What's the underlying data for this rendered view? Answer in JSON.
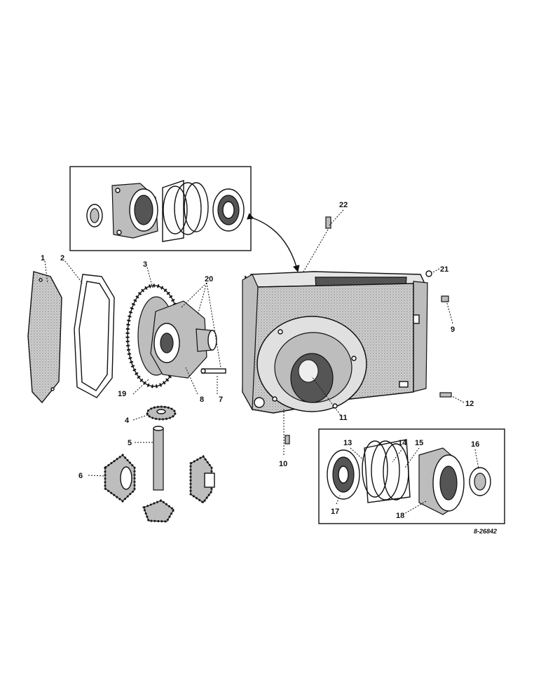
{
  "labels": {
    "p1": "1",
    "p2": "2",
    "p3": "3",
    "p4": "4",
    "p5": "5",
    "p6": "6",
    "p7": "7",
    "p8": "8",
    "p9": "9",
    "p10": "10",
    "p11": "11",
    "p12": "12",
    "p13": "13",
    "p14": "14",
    "p15": "15",
    "p16": "16",
    "p17": "17",
    "p18": "18",
    "p19": "19",
    "p20": "20",
    "p21": "21",
    "p22": "22"
  },
  "drawing_code": "8-26842"
}
